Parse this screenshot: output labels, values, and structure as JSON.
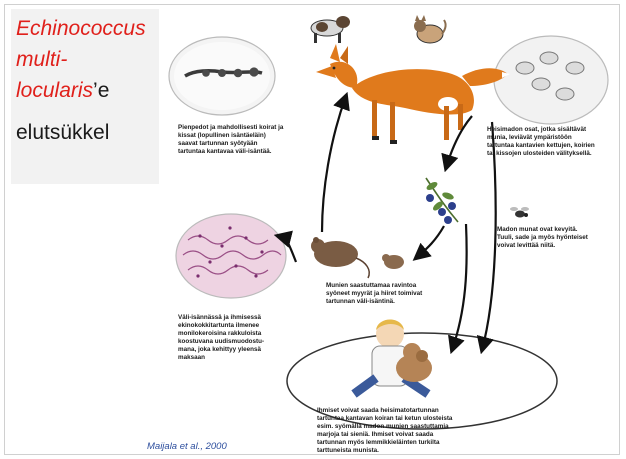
{
  "title": {
    "line1": "Echinococcus",
    "line2": "multi-",
    "line3_italic": "locularis",
    "line3_suffix": "’e",
    "line4": "elutsükkel"
  },
  "captions": {
    "definitive_hosts": "Pienpedot ja mahdollisesti koirat ja\nkissat  (lopullinen isäntäeläin)\nsaavat tartunnan syötyään\ntartuntaa kantavaa väli-isäntää.",
    "eggs_spread": "Heisimadon osat, jotka sisältävät\nmunia,  leviävät ympäristöön\ntartuntaa kantavien kettujen, koirien\ntai kissojen ulosteiden välityksellä.",
    "eggs_light": "Madon munat ovat kevyitä.\nTuuli, sade ja myös hyönteiset\nvoivat levittää niitä.",
    "intermediate_hosts": "Munien saastuttamaa ravintoa\nsyöneet myyrät ja hiiret toimivat\ntartunnan väli-isäntinä.",
    "tissue": "Väli-isännässä ja ihmisessä\nekinokokkitartunta ilmenee\nmonilokeroisina rakkuloista\nkoostuvana uudismuodostu-\nmana, joka kehittyy yleensä\nmaksaan",
    "humans": "Ihmiset voivat saada heisimatotartunnan\ntartuntaa kantavan koiran tai ketun ulosteista\nesim. syömällä madon munien saastuttamia\nmarjoja tai sieniä.  Ihmiset voivat saada\ntartunnan myös lemmikkieläinten turkilta\ntarttuneista munista."
  },
  "citation": "Maijala et al., 2000",
  "colors": {
    "title_red": "#e0201b",
    "citation_blue": "#2e4f9e",
    "fox": "#e07a1c",
    "arrow": "#111111"
  }
}
